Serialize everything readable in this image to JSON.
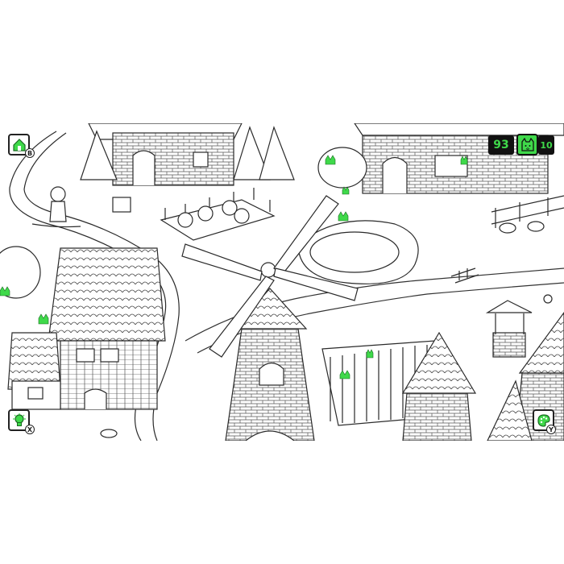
{
  "hud": {
    "home_key": "B",
    "hint_key": "X",
    "palette_key": "Y",
    "cats_remaining": "93",
    "cats_found": "10"
  },
  "colors": {
    "accent_green": "#3fd94a",
    "line_ink": "#2a2a2a",
    "counter_bg": "#111111"
  },
  "icons": {
    "home": "home-icon",
    "hint": "lightbulb-icon",
    "palette": "palette-icon",
    "cat": "cat-face-icon"
  }
}
